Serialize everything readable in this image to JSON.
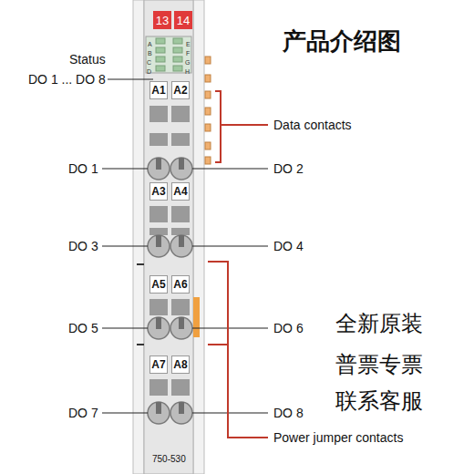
{
  "diagram": {
    "title": "产品介绍图",
    "labels": [
      "13",
      "14",
      "Status",
      "DO 1 ... DO 8",
      "A",
      "B",
      "C",
      "D",
      "E",
      "F",
      "G",
      "H",
      "A1",
      "A2",
      "Data contacts",
      "DO 1",
      "DO 2",
      "A3",
      "A4",
      "DO 3",
      "DO 4",
      "A5",
      "A6",
      "DO 5",
      "DO 6",
      "全新原装",
      "A7",
      "A8",
      "普票专票",
      "DO 7",
      "DO 8",
      "联系客服",
      "750-530",
      "Power jumper contacts"
    ]
  }
}
